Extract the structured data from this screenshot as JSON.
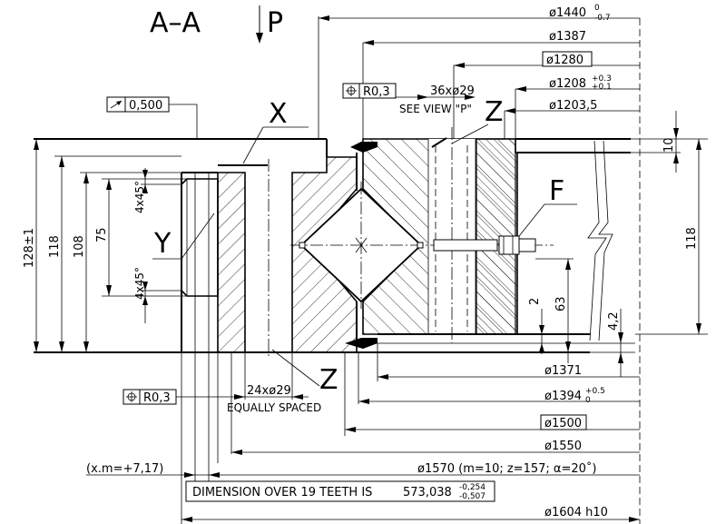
{
  "section": {
    "label": "A–A",
    "view": "P"
  },
  "diameters": {
    "d1440": "ø1440",
    "d1440_tol_upper": "0",
    "d1440_tol_lower": "-0.7",
    "d1387": "ø1387",
    "d1280": "ø1280",
    "d1208": "ø1208",
    "d1208_tol_upper": "+0.3",
    "d1208_tol_lower": "+0.1",
    "d1203": "ø1203,5",
    "d1371": "ø1371",
    "d1394": "ø1394",
    "d1394_tol_upper": "+0.5",
    "d1394_tol_lower": "0",
    "d1500": "ø1500",
    "d1550": "ø1550",
    "d1570": "ø1570  (m=10;  z=157;  α=20˚)",
    "d1604": "ø1604  h10"
  },
  "callouts": {
    "top_position_tol": "R0,3",
    "bottom_position_tol": "R0,3",
    "holes_top": "36xø29",
    "see_view": "SEE  VIEW  \"P\"",
    "runout": "0,500",
    "holes_bottom": "24xø29",
    "equally_spaced": "EQUALLY  SPACED",
    "xm": "(x.m=+7,17)",
    "teeth_dimension": "DIMENSION  OVER  19  TEETH  IS",
    "teeth_value": "573,038",
    "teeth_tol_upper": "-0,254",
    "teeth_tol_lower": "-0,507"
  },
  "detail_labels": {
    "x": "X",
    "y": "Y",
    "z_top": "Z",
    "z_bottom": "Z",
    "f": "F"
  },
  "vertical_dims": {
    "h128": "128±1",
    "h118_left": "118",
    "h108": "108",
    "h75": "75",
    "chamfer_top": "4x45°",
    "chamfer_bottom": "4x45°",
    "h10": "10",
    "h118_right": "118",
    "h2": "2",
    "h63": "63",
    "h4_2": "4,2"
  }
}
